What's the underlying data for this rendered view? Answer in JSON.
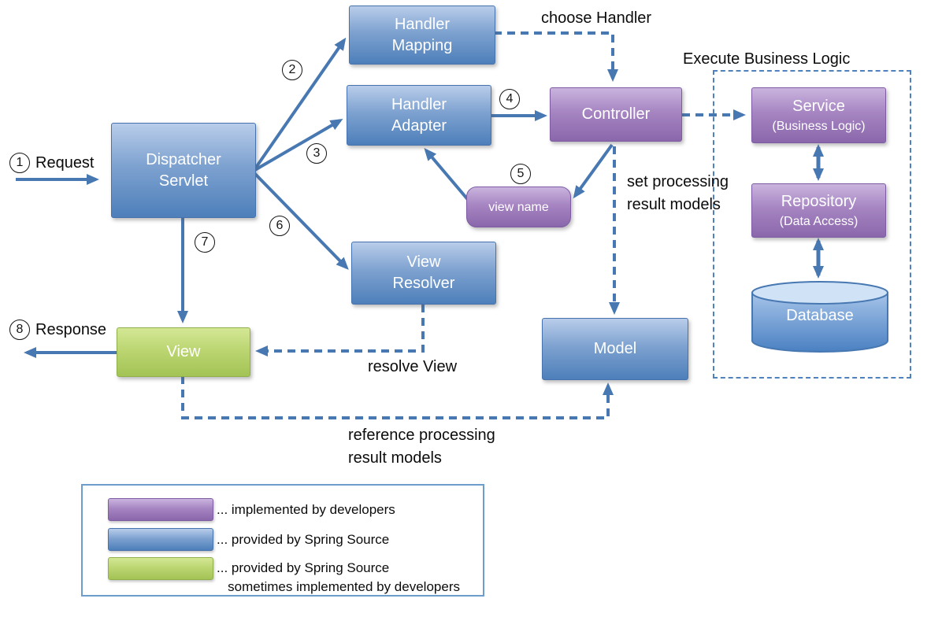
{
  "diagram": {
    "request_num": "1",
    "request_text": "Request",
    "response_num": "8",
    "response_text": "Response",
    "choose_handler": "choose Handler",
    "execute_business_logic": "Execute Business Logic",
    "set_processing": "set processing\nresult models",
    "resolve_view": "resolve View",
    "reference_processing": "reference processing\nresult models",
    "steps": {
      "step2": "2",
      "step3": "3",
      "step4": "4",
      "step5": "5",
      "step6": "6",
      "step7": "7"
    }
  },
  "nodes": {
    "dispatcher_servlet": {
      "label": "Dispatcher\nServlet"
    },
    "handler_mapping": {
      "label": "Handler\nMapping"
    },
    "handler_adapter": {
      "label": "Handler\nAdapter"
    },
    "controller": {
      "label": "Controller"
    },
    "view_name": {
      "label": "view name"
    },
    "view_resolver": {
      "label": "View\nResolver"
    },
    "view": {
      "label": "View"
    },
    "model": {
      "label": "Model"
    },
    "service": {
      "label": "Service",
      "sublabel": "(Business Logic)"
    },
    "repository": {
      "label": "Repository",
      "sublabel": "(Data Access)"
    },
    "database": {
      "label": "Database"
    }
  },
  "legend": {
    "items": [
      {
        "color": "#8064a2",
        "text": "... implemented by developers"
      },
      {
        "color": "#4f81bd",
        "text": "... provided by Spring Source"
      },
      {
        "color": "#9bbb59",
        "text": "... provided by Spring Source\n   sometimes implemented by developers"
      }
    ]
  },
  "colors": {
    "arrow": "#4878b2",
    "blue": "#4f81bd",
    "purple": "#8064a2",
    "green": "#9bbb59"
  }
}
